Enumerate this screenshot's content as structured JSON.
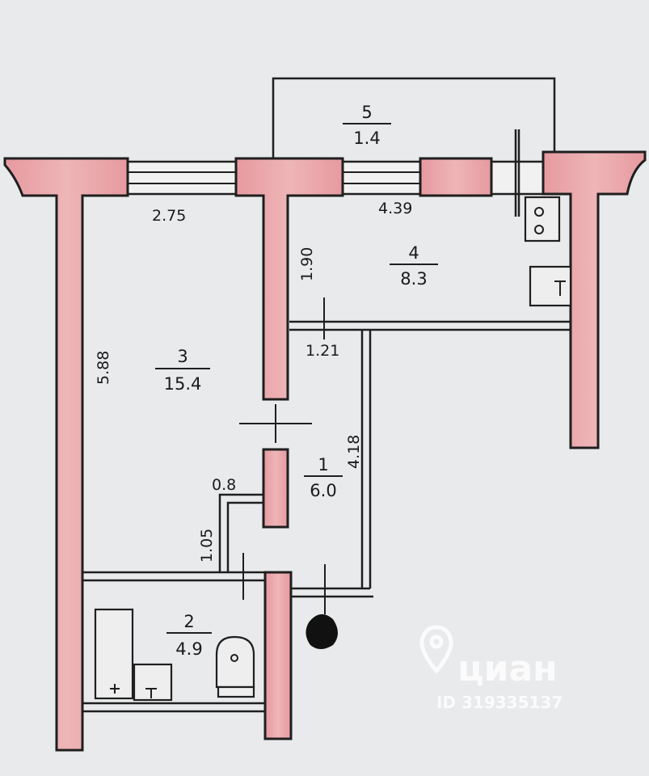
{
  "rooms": [
    {
      "number": "1",
      "area": "6.0"
    },
    {
      "number": "2",
      "area": "4.9"
    },
    {
      "number": "3",
      "area": "15.4"
    },
    {
      "number": "4",
      "area": "8.3"
    },
    {
      "number": "5",
      "area": "1.4"
    }
  ],
  "dimensions": {
    "d_2_75": "2.75",
    "d_4_39": "4.39",
    "d_1_90": "1.90",
    "d_5_88": "5.88",
    "d_1_21": "1.21",
    "d_4_18": "4.18",
    "d_0_8": "0.8",
    "d_1_05": "1.05"
  },
  "watermark": {
    "brand": "циан",
    "listing_id": "ID 319335137"
  },
  "colors": {
    "wall_fill": "#e7a3a6",
    "line": "#1f1f1f",
    "paper": "#e9eaec"
  }
}
